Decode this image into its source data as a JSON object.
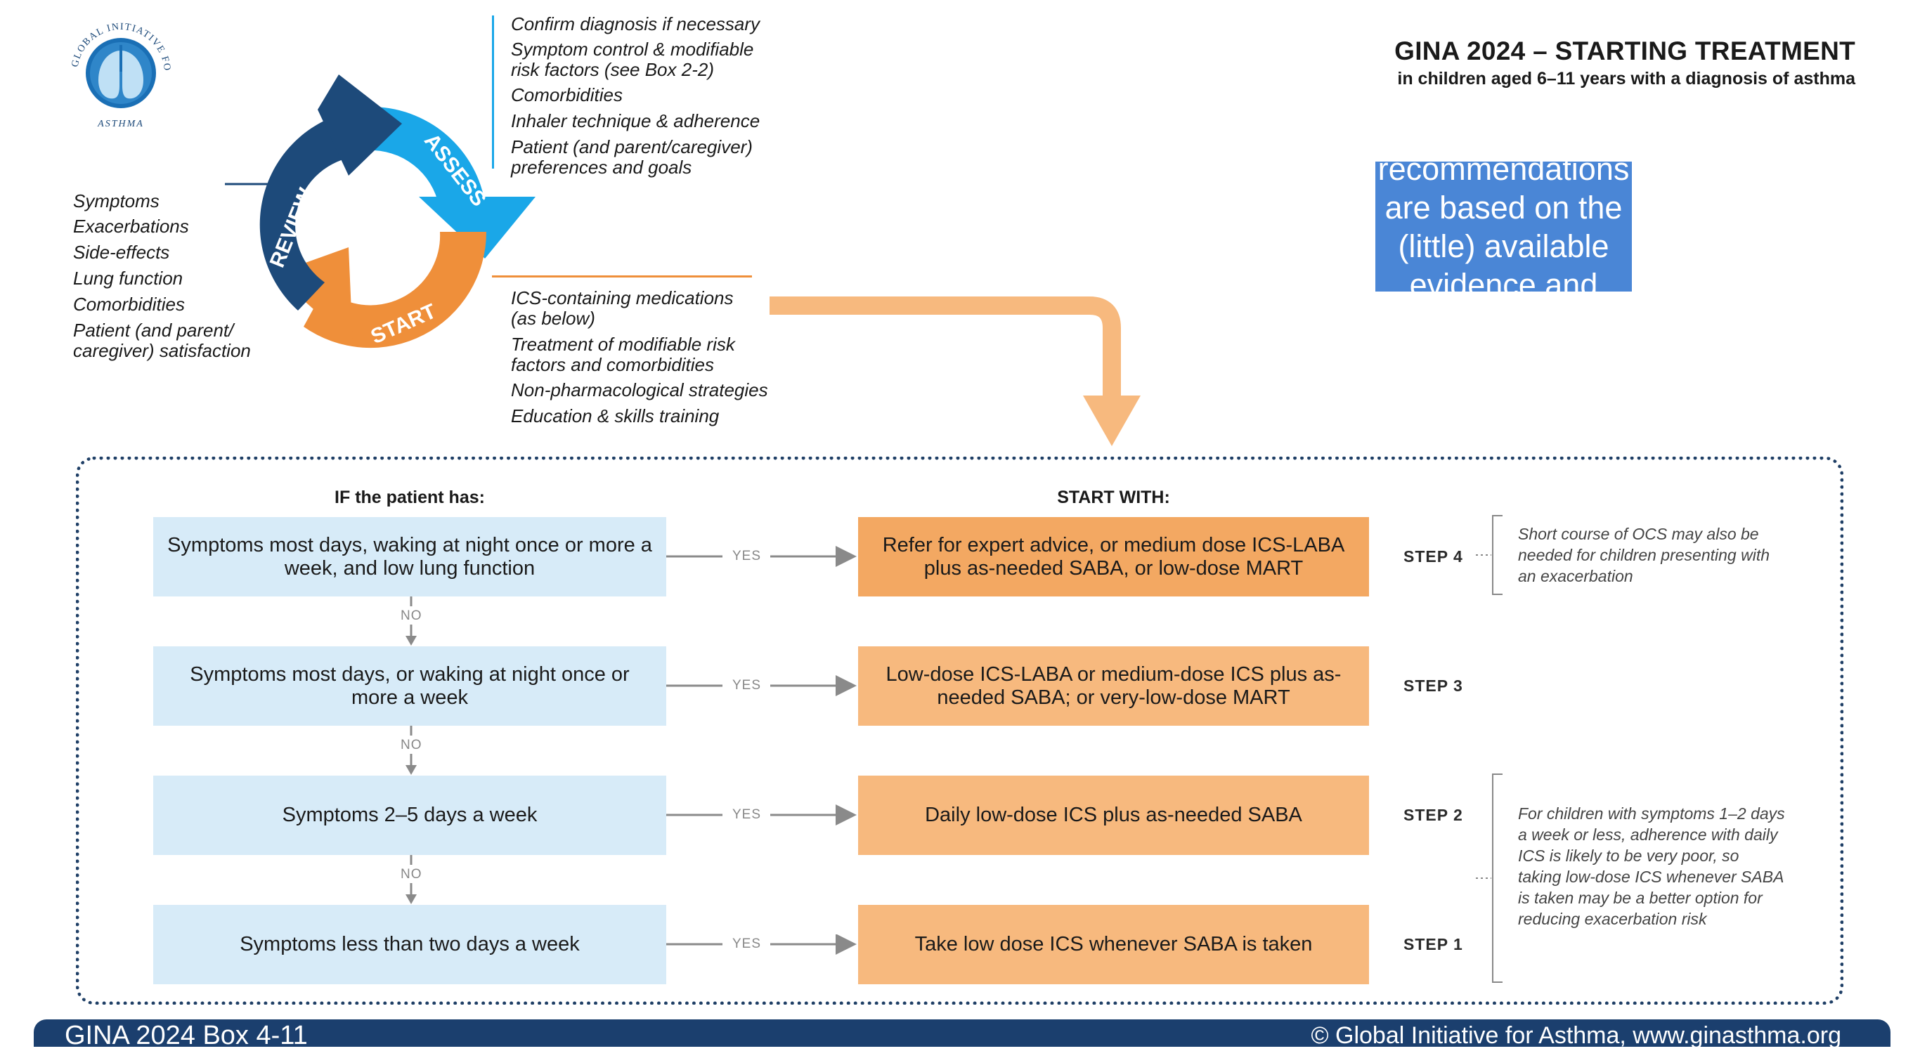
{
  "logo": {
    "arc_text": "GLOBAL INITIATIVE FOR",
    "bottom_text": "ASTHMA"
  },
  "cycle": {
    "assess": "ASSESS",
    "review": "REVIEW",
    "start": "START",
    "colors": {
      "assess": "#1aa7e8",
      "review": "#1d4a7a",
      "start": "#ef8f3a"
    }
  },
  "assess_items": [
    "Confirm diagnosis if necessary",
    "Symptom control & modifiable risk factors (see Box 2-2)",
    "Comorbidities",
    "Inhaler technique & adherence",
    "Patient (and parent/caregiver) preferences and goals"
  ],
  "review_items": [
    "Symptoms",
    "Exacerbations",
    "Side-effects",
    "Lung function",
    "Comorbidities",
    "Patient (and parent/ caregiver) satisfaction"
  ],
  "start_items": [
    "ICS-containing medications (as below)",
    "Treatment of modifiable risk factors and comorbidities",
    "Non-pharmacological strategies",
    "Education & skills training"
  ],
  "title": {
    "main": "GINA 2024 – STARTING TREATMENT",
    "sub": "in children aged 6–11 years with a diagnosis of asthma"
  },
  "callout": "These recommendations are based on the (little) available evidence and consensus",
  "flow": {
    "if_header": "IF the patient has:",
    "start_header": "START WITH:",
    "yes_label": "YES",
    "no_label": "NO",
    "rows": [
      {
        "condition": "Symptoms most days, waking at night once or more a week, and low lung function",
        "recommendation": "Refer for expert advice, or medium dose ICS-LABA plus as-needed SABA, or low-dose MART",
        "step": "STEP 4"
      },
      {
        "condition": "Symptoms most days, or waking at night once or more a week",
        "recommendation": "Low-dose ICS-LABA or medium-dose ICS plus as-needed SABA; or very-low-dose MART",
        "step": "STEP 3"
      },
      {
        "condition": "Symptoms 2–5 days a week",
        "recommendation": "Daily low-dose ICS plus as-needed SABA",
        "step": "STEP 2"
      },
      {
        "condition": "Symptoms less than two days a week",
        "recommendation": "Take low dose ICS whenever SABA is taken",
        "step": "STEP 1"
      }
    ],
    "note_step4": "Short course of OCS may also be needed for children presenting with an exacerbation",
    "note_step12": "For children with symptoms 1–2 days a week or less, adherence with daily ICS is likely to be very poor, so taking low-dose ICS whenever SABA is taken may be a better option for reducing exacerbation risk"
  },
  "footer": {
    "left": "GINA 2024 Box 4-11",
    "right": "© Global Initiative for Asthma, www.ginasthma.org"
  }
}
